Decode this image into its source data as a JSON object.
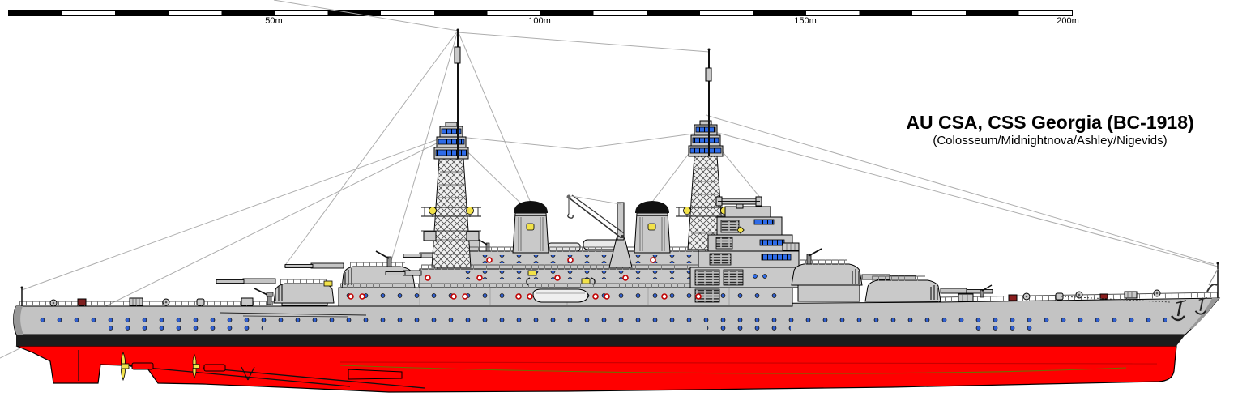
{
  "title": {
    "main": "AU CSA, CSS Georgia (BC-1918)",
    "credits": "(Colosseum/Midnightnova/Ashley/Nigevids)"
  },
  "scale_bar": {
    "unit": "m",
    "labels": [
      "50m",
      "100m",
      "150m",
      "200m"
    ],
    "segment_meters": 10,
    "segments": 20,
    "total_meters": 200
  },
  "colors": {
    "bg": "#FFFFFF",
    "outline": "#000000",
    "hull-grey": "#C3C3C3",
    "super-grey": "#C9C9C9",
    "hull-shade": "#979797",
    "boot-top": "#1C1C1C",
    "antifoul-red": "#FF0000",
    "waterline-dark": "#C80000",
    "porthole-blue": "#2F5FD3",
    "window-blue": "#2E6BE8",
    "yellow": "#F2E24A",
    "lifering": "#C00000",
    "rigging": "#ADADAD",
    "funnel-cap": "#111111",
    "bilge-olive": "#6E6E00",
    "text": "#000000"
  }
}
